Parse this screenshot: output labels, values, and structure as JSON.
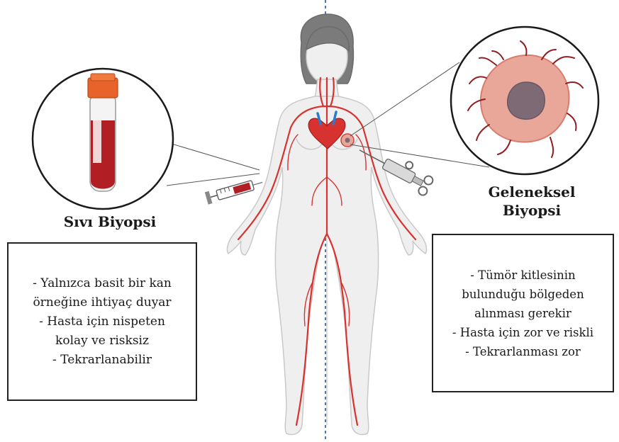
{
  "left": {
    "title": "Sıvı Biyopsi",
    "points": [
      "- Yalnızca basit bir kan",
      "örneğine ihtiyaç duyar",
      "- Hasta için nispeten",
      "kolay ve risksiz",
      "- Tekrarlanabilir"
    ]
  },
  "right": {
    "title_line1": "Geleneksel",
    "title_line2": "Biyopsi",
    "points": [
      "- Tümör kitlesinin",
      "bulunduğu bölgeden",
      "alınması gerekir",
      "- Hasta için zor ve riskli",
      "- Tekrarlanması zor"
    ]
  },
  "icons": [
    "blood-tube-icon",
    "syringe-icon",
    "biopsy-needle-icon",
    "tumor-icon",
    "heart-icon",
    "human-body-icon"
  ],
  "colors": {
    "artery": "#d7322f",
    "blood": "#b11f24",
    "cap": "#e8632a",
    "body_fill": "#efefef",
    "body_stroke": "#c9c9c9",
    "tumor": "#e9a79a",
    "tumor_core": "#7e6a74",
    "divider": "#5577aa"
  }
}
